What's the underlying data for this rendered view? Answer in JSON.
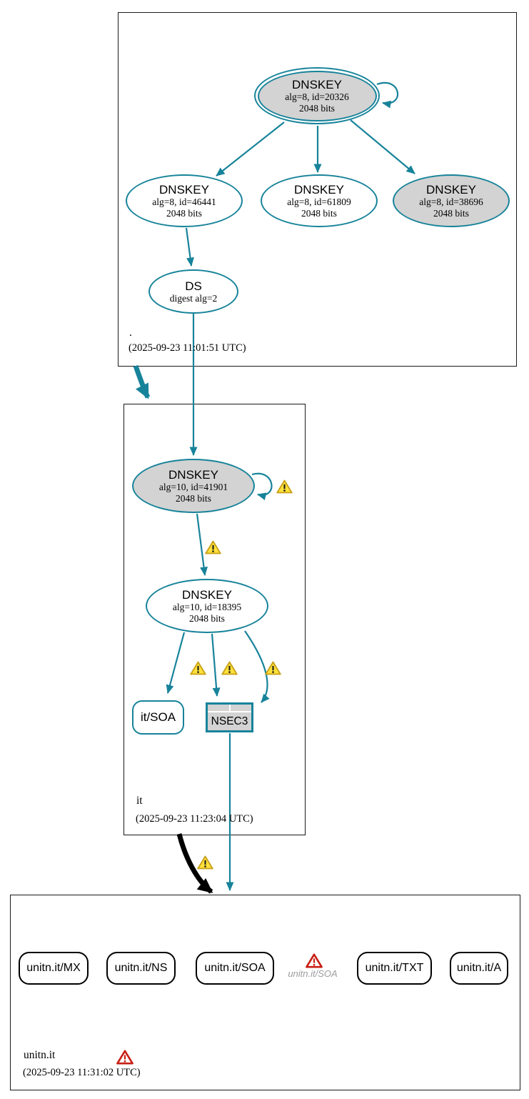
{
  "colors": {
    "secure_teal": "#17839A",
    "warning_fill": "#FFE13A",
    "warning_stroke": "#C9A21A",
    "error_red": "#C81E14",
    "node_grey_fill": "#D3D3D3"
  },
  "icons": {
    "warning": "warning-triangle",
    "error": "error-triangle"
  },
  "root_zone": {
    "name": ".",
    "timestamp": "(2025-09-23 11:01:51 UTC)",
    "ksk": {
      "title": "DNSKEY",
      "detail1": "alg=8, id=20326",
      "detail2": "2048 bits"
    },
    "zsk_left": {
      "title": "DNSKEY",
      "detail1": "alg=8, id=46441",
      "detail2": "2048 bits"
    },
    "zsk_mid": {
      "title": "DNSKEY",
      "detail1": "alg=8, id=61809",
      "detail2": "2048 bits"
    },
    "zsk_right": {
      "title": "DNSKEY",
      "detail1": "alg=8, id=38696",
      "detail2": "2048 bits"
    },
    "ds": {
      "title": "DS",
      "detail1": "digest alg=2"
    }
  },
  "it_zone": {
    "name": "it",
    "timestamp": "(2025-09-23 11:23:04 UTC)",
    "ksk": {
      "title": "DNSKEY",
      "detail1": "alg=10, id=41901",
      "detail2": "2048 bits"
    },
    "zsk": {
      "title": "DNSKEY",
      "detail1": "alg=10, id=18395",
      "detail2": "2048 bits"
    },
    "soa_label": "it/SOA",
    "nsec3_label": "NSEC3"
  },
  "unitn_zone": {
    "name": "unitn.it",
    "timestamp": "(2025-09-23 11:31:02 UTC)",
    "rrset_mx": "unitn.it/MX",
    "rrset_ns": "unitn.it/NS",
    "rrset_soa": "unitn.it/SOA",
    "rrset_txt": "unitn.it/TXT",
    "rrset_a": "unitn.it/A",
    "error_rrset": "unitn.it/SOA"
  }
}
